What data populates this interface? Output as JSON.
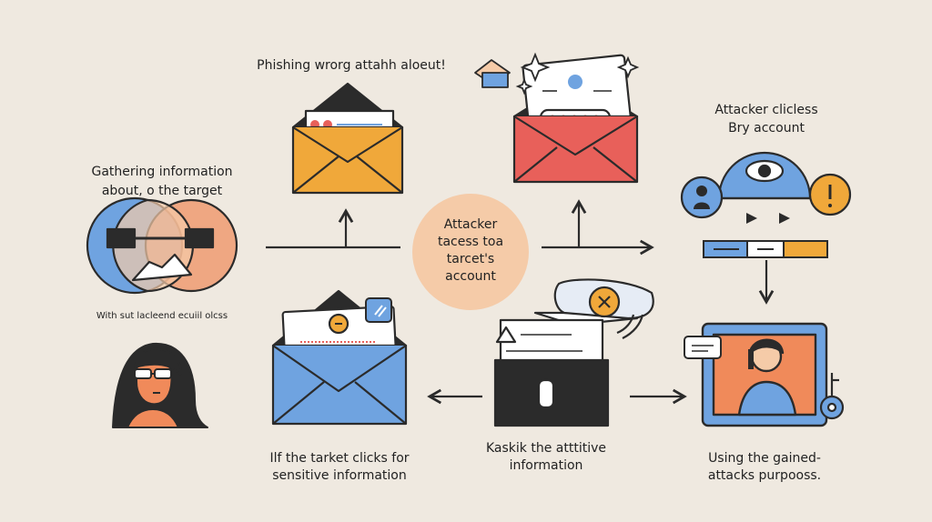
{
  "labels": {
    "phishing": "Phishing wrorg attahh aloeut!",
    "gathering_line1": "Gathering information",
    "gathering_line2": "about, o the target",
    "with_text": "With sut lacleend ecuiil olcss",
    "attacker_clicks_line1": "Attacker clicless",
    "attacker_clicks_line2": "Bry account",
    "center_line1": "Attacker",
    "center_line2": "tacess toa",
    "center_line3": "tarcet's",
    "center_line4": "account",
    "target_clicks_line1": "Ilf the tarket clicks for",
    "target_clicks_line2": "sensitive information",
    "kaskik_line1": "Kaskik the atttitive",
    "kaskik_line2": "information",
    "using_line1": "Using the gained-",
    "using_line2": "attacks purpooss."
  },
  "colors": {
    "background": "#efe9e0",
    "outline": "#2b2b2b",
    "yellow": "#f0a83a",
    "red": "#e8605a",
    "blue": "#6fa3e0",
    "orange": "#f08a5a",
    "peach": "#f5cba8",
    "white": "#ffffff"
  }
}
